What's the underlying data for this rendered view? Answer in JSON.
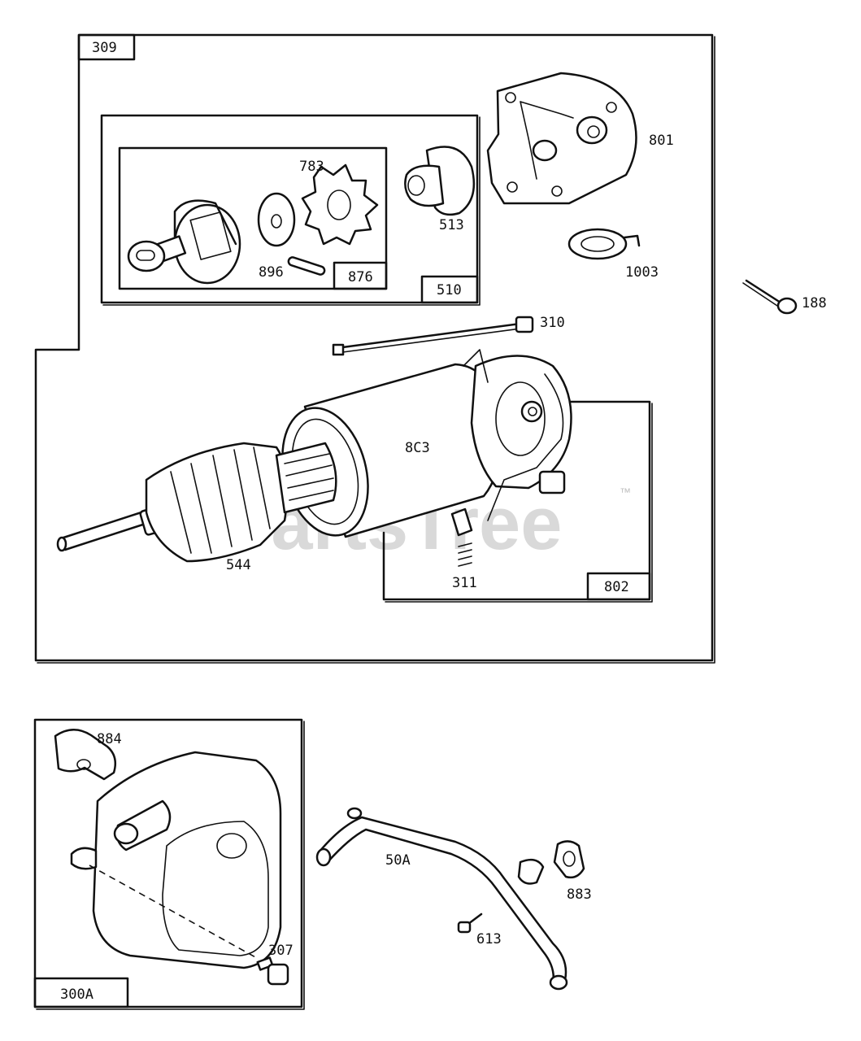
{
  "watermark": {
    "text": "PartsTree",
    "trademark": "™"
  },
  "boxes": {
    "b309": "309",
    "b510": "510",
    "b876": "876",
    "b802": "802",
    "b300A": "300A"
  },
  "parts": {
    "p783": "783",
    "p896": "896",
    "p513": "513",
    "p801": "801",
    "p1003": "1003",
    "p188": "188",
    "p310": "310",
    "p803": "8C3",
    "p544": "544",
    "p311": "311",
    "p884": "884",
    "p50A": "50A",
    "p883": "883",
    "p613": "613",
    "p307": "307"
  }
}
